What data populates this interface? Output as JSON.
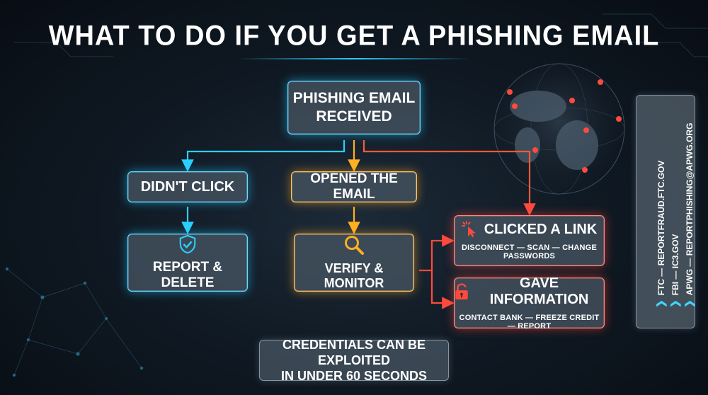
{
  "title": "WHAT TO DO IF YOU GET A PHISHING EMAIL",
  "nodes": {
    "root": {
      "line1": "PHISHING EMAIL",
      "line2": "RECEIVED"
    },
    "didnt_click": {
      "label": "DIDN'T CLICK"
    },
    "opened": {
      "label": "OPENED THE EMAIL"
    },
    "report_delete": {
      "label": "REPORT & DELETE",
      "icon": "shield-check-icon"
    },
    "verify_monitor": {
      "label": "VERIFY & MONITOR",
      "icon": "magnifier-icon"
    },
    "clicked_link": {
      "label": "CLICKED A LINK",
      "sub": "DISCONNECT — SCAN — CHANGE PASSWORDS",
      "icon": "cursor-click-icon"
    },
    "gave_info": {
      "label": "GAVE INFORMATION",
      "sub": "CONTACT BANK — FREEZE CREDIT — REPORT",
      "icon": "unlocked-padlock-icon"
    }
  },
  "footer": {
    "line1": "CREDENTIALS CAN BE EXPLOITED",
    "line2": "IN UNDER 60 SECONDS"
  },
  "report_contacts": [
    "FTC — REPORTFRAUD.FTC.GOV",
    "FBI — IC3.GOV",
    "APWG — REPORTPHISHING@APWG.ORG"
  ],
  "colors": {
    "cyan": "#2ad0ff",
    "amber": "#ffb020",
    "red": "#ff4a3d",
    "chevron": "#3fd6ff"
  }
}
